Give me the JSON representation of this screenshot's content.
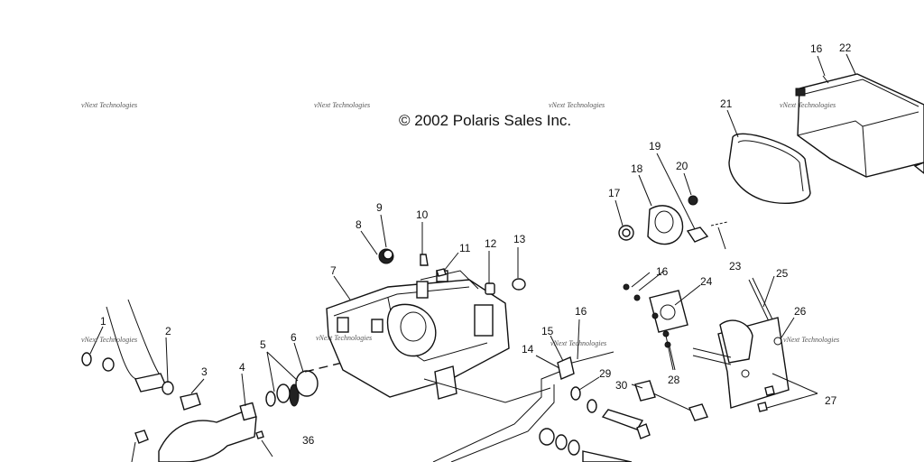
{
  "copyright": "© 2002 Polaris Sales Inc.",
  "watermark": {
    "text": "vNext Technologies"
  },
  "callouts": [
    "1",
    "2",
    "3",
    "4",
    "5",
    "6",
    "7",
    "8",
    "9",
    "10",
    "11",
    "12",
    "13",
    "14",
    "15",
    "16",
    "16",
    "16",
    "17",
    "18",
    "19",
    "20",
    "21",
    "22",
    "23",
    "24",
    "25",
    "26",
    "27",
    "28",
    "29",
    "30",
    "36"
  ]
}
